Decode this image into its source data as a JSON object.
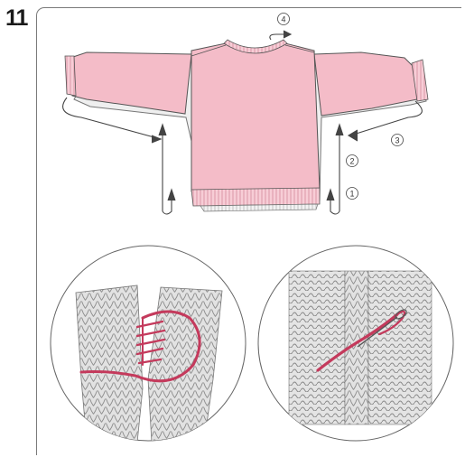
{
  "figure": {
    "step_number": "11",
    "sequence_labels": [
      "1",
      "2",
      "3",
      "4"
    ]
  },
  "colors": {
    "garment": "#f4bcc8",
    "garment_shadow": "#e6a9b8",
    "ribbing": "#f7cdd6",
    "underlay": "#eeeeee",
    "yarn": "#c43a5c",
    "stitch": "#d7d7d7",
    "stitch_outline": "#8a8a8a",
    "outline": "#555555"
  }
}
